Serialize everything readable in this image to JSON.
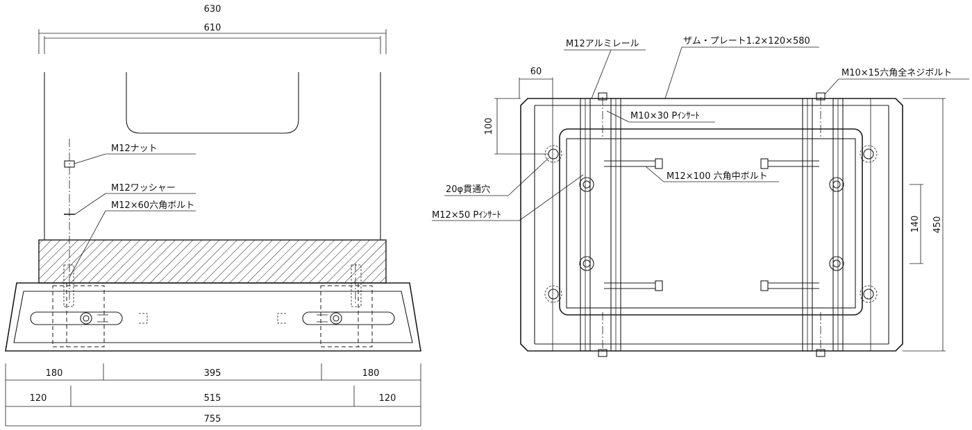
{
  "front_view": {
    "dims": {
      "top_outer": "630",
      "top_inner": "610",
      "bottom_row1": [
        "180",
        "395",
        "180"
      ],
      "bottom_row2": [
        "120",
        "515",
        "120"
      ],
      "bottom_row3": "755"
    },
    "labels": {
      "nut": "M12ナット",
      "washer": "M12ワッシャー",
      "bolt": "M12×60六角ボルト"
    }
  },
  "plan_view": {
    "labels": {
      "rail": "M12アルミレール",
      "plate": "ザム・プレート1.2×120×580",
      "full_thread_bolt": "M10×15六角全ネジボルト",
      "insert_m10": "M10×30 Pｲﾝｻｰﾄ",
      "mid_bolt": "M12×100 六角中ボルト",
      "through_hole": "20φ貫通穴",
      "insert_m12": "M12×50 Pｲﾝｻｰﾄ"
    },
    "dims": {
      "left_width": "60",
      "left_height": "100",
      "right_inner": "140",
      "right_outer": "450"
    }
  }
}
